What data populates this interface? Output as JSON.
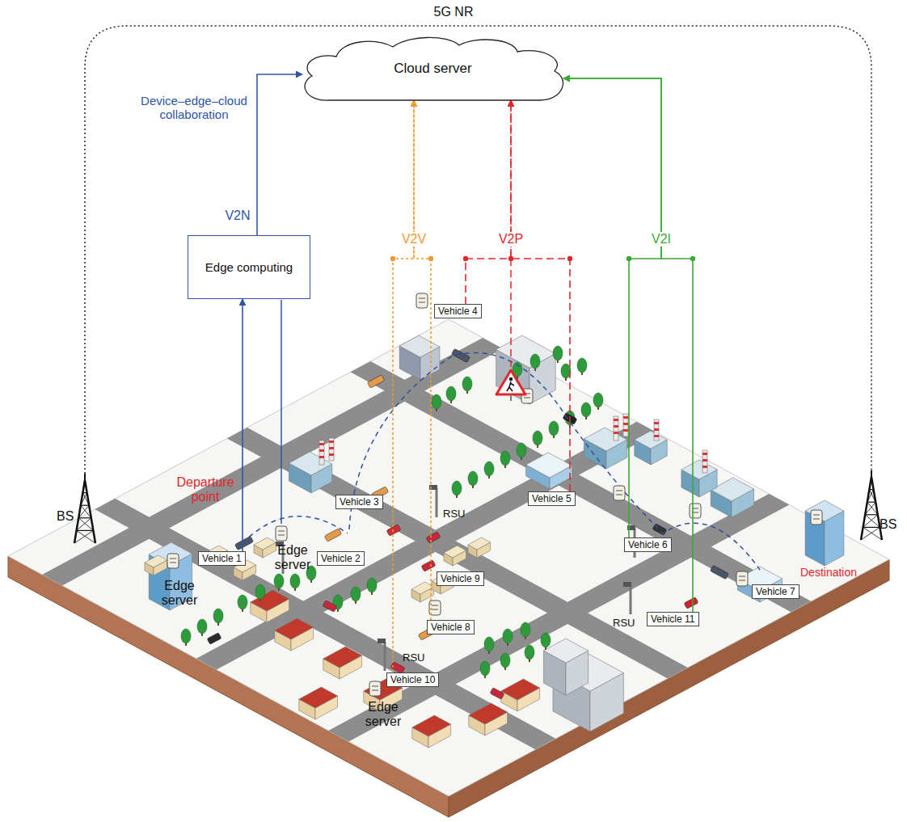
{
  "diagram": {
    "nodes": [
      {
        "text": [
          "Cloud server"
        ]
      },
      {
        "text": [
          "Edge computing"
        ]
      },
      {
        "text": [
          "Vehicle 1"
        ]
      },
      {
        "text": [
          "Vehicle 2"
        ]
      },
      {
        "text": [
          "Vehicle 3"
        ]
      },
      {
        "text": [
          "Vehicle 4"
        ]
      },
      {
        "text": [
          "Vehicle 5"
        ]
      },
      {
        "text": [
          "Vehicle 6"
        ]
      },
      {
        "text": [
          "Vehicle 7"
        ]
      },
      {
        "text": [
          "Vehicle 8"
        ]
      },
      {
        "text": [
          "Vehicle 9"
        ]
      },
      {
        "text": [
          "Vehicle 10"
        ]
      },
      {
        "text": [
          "Vehicle 11"
        ]
      }
    ],
    "edges": [
      {
        "from": 1,
        "to": 0,
        "arrow": "to"
      },
      {
        "from": 2,
        "to": 1,
        "arrow": "to"
      },
      {
        "from": 11,
        "to": 0,
        "arrow": "to"
      },
      {
        "from": 9,
        "to": 0,
        "arrow": "to"
      },
      {
        "from": 5,
        "to": 0,
        "arrow": "to"
      },
      {
        "from": 6,
        "to": 0,
        "arrow": "to"
      },
      {
        "from": 7,
        "to": 0,
        "arrow": "to"
      },
      {
        "from": 12,
        "to": 0,
        "arrow": "to"
      }
    ],
    "labels": [
      "5G NR",
      "Device–edge–cloud collaboration",
      "V2N",
      "V2V",
      "V2P",
      "V2I",
      "Departure point",
      "Edge server",
      "Edge server",
      "Edge server",
      "BS",
      "BS",
      "RSU",
      "RSU",
      "RSU",
      "Destination"
    ]
  }
}
